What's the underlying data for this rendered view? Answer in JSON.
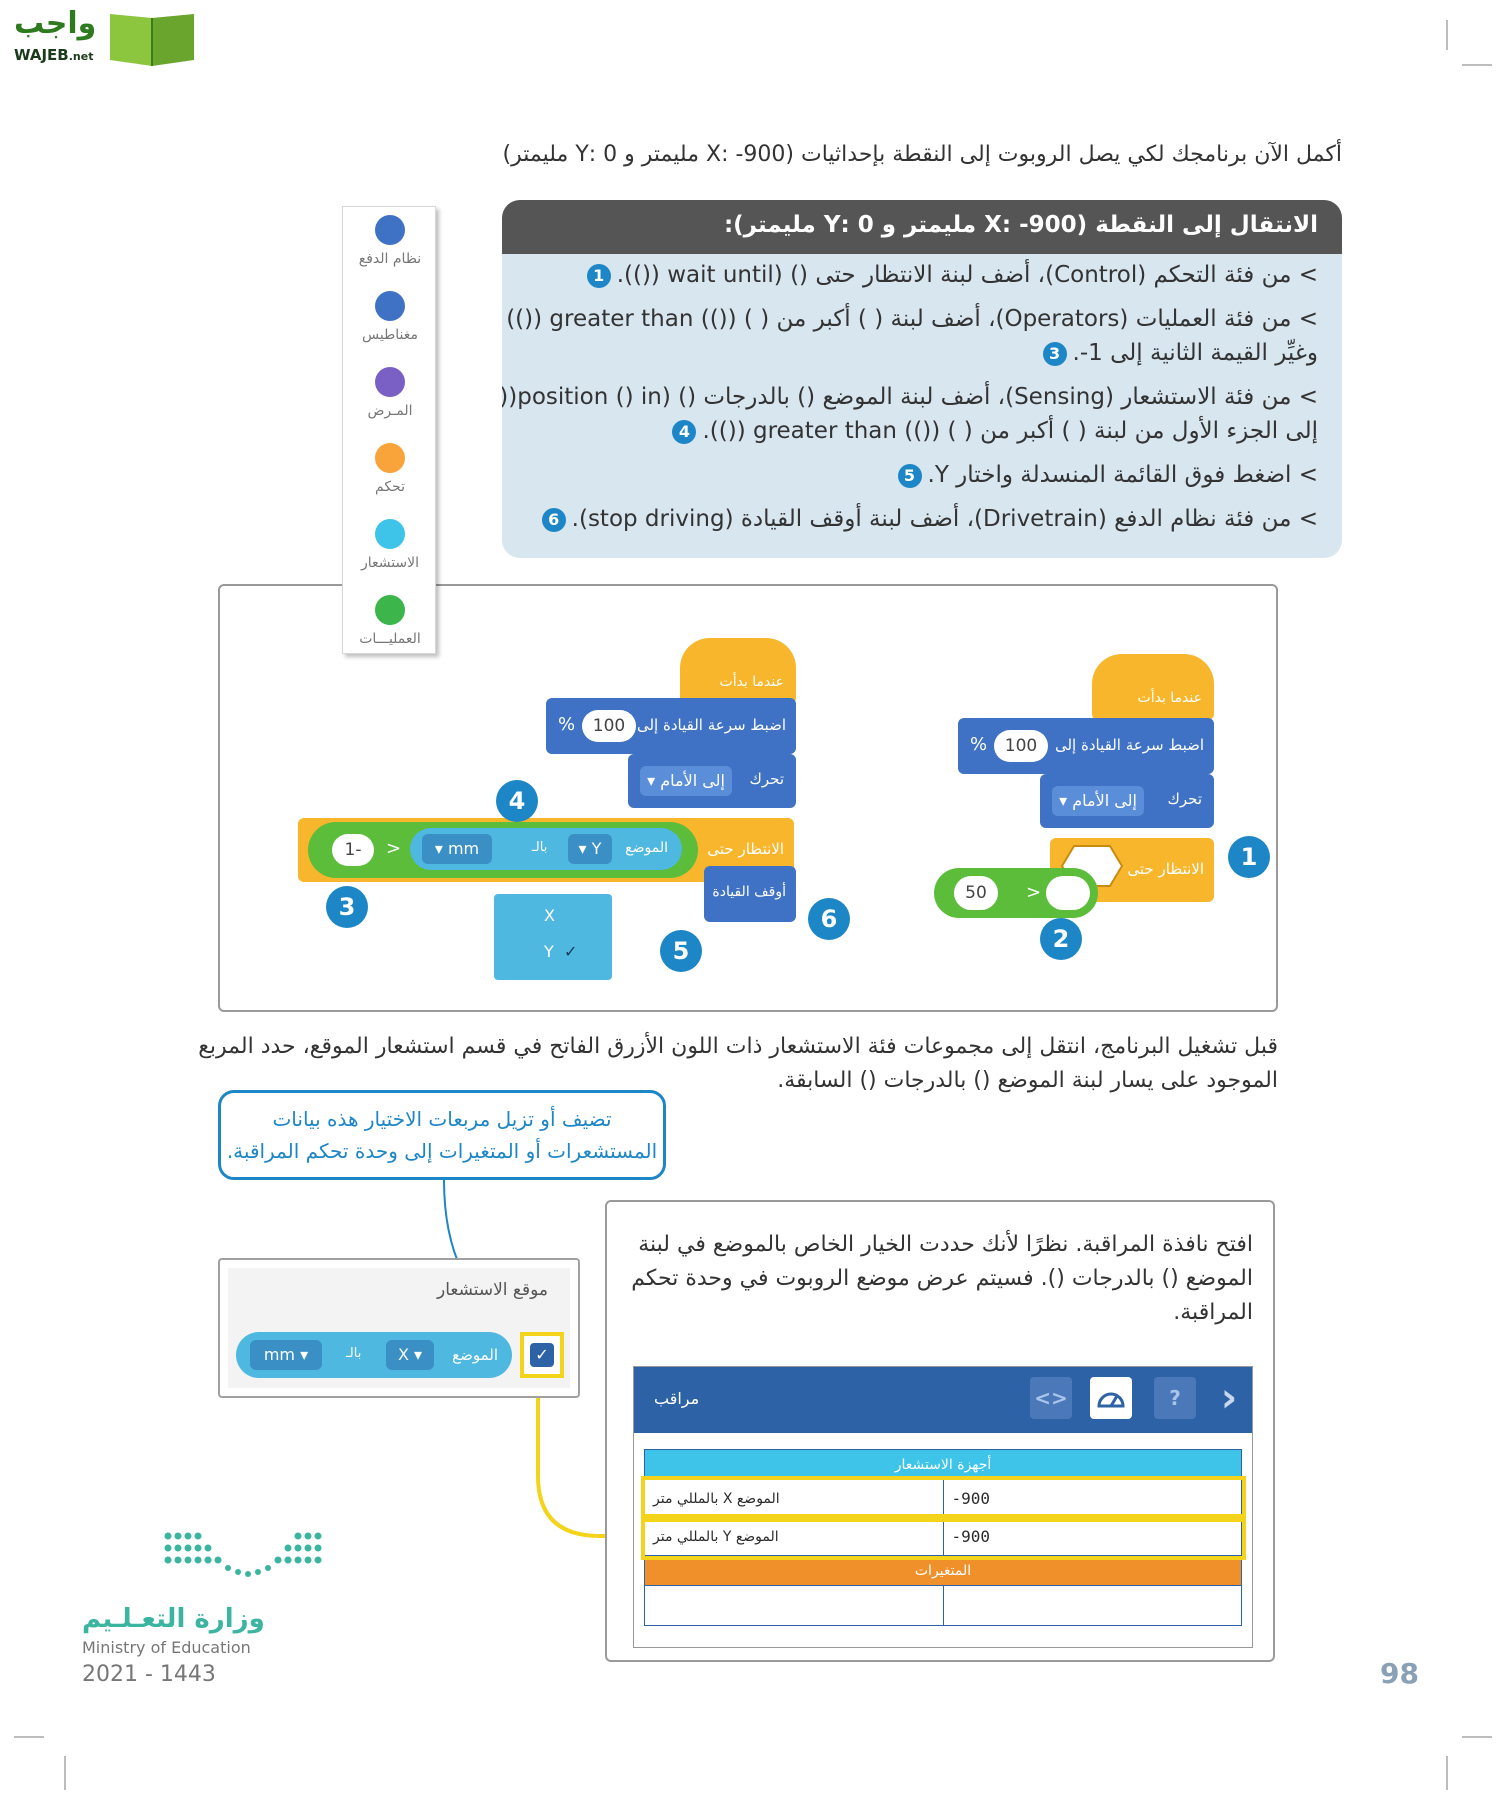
{
  "logo": {
    "arabic": "واجب",
    "latin": "WAJEB",
    "suffix": ".net"
  },
  "intro": "أكمل الآن برنامجك لكي يصل الروبوت إلى النقطة بإحداثيات (900- :X مليمتر و 0 :Y مليمتر)",
  "instructions": {
    "title": "الانتقال إلى النقطة (900- :X مليمتر و 0 :Y مليمتر):",
    "items": [
      {
        "text": "> من فئة التحكم (Control)، أضف لبنة الانتظار حتى () (wait until (()).",
        "num": "1"
      },
      {
        "text": "> من فئة العمليات (Operators)، أضف لبنة ( ) أكبر من ( ) (()) greater than (())",
        "num": "2"
      },
      {
        "text": "وغيِّر القيمة الثانية إلى 1-.",
        "num": "3"
      },
      {
        "text": "> من فئة الاستشعار (Sensing)، أضف لبنة الموضع () بالدرجات () (position () in(())",
        "num": ""
      },
      {
        "text": "إلى الجزء الأول من لبنة ( ) أكبر من ( ) (()) greater than (()).",
        "num": "4"
      },
      {
        "text": "> اضغط فوق القائمة المنسدلة واختار Y.",
        "num": "5"
      },
      {
        "text": "> من فئة نظام الدفع (Drivetrain)، أضف لبنة أوقف القيادة (stop driving).",
        "num": "6"
      }
    ]
  },
  "palette": [
    {
      "label": "نظام الدفع",
      "color": "#3f72c4"
    },
    {
      "label": "مغناطيس",
      "color": "#3f72c4"
    },
    {
      "label": "المـرض",
      "color": "#7a5fc4"
    },
    {
      "label": "تحكم",
      "color": "#f8a43a"
    },
    {
      "label": "الاستشعار",
      "color": "#3ec4e8"
    },
    {
      "label": "العمليـــات",
      "color": "#3cb54a"
    }
  ],
  "code": {
    "when_started": "عندما بدأت",
    "set_speed": "اضبط سرعة القيادة إلى",
    "speed_value": "100",
    "percent": "%",
    "drive": "تحرك",
    "forward": "إلى الأمام",
    "wait_until": "الانتظار حتى",
    "compare_value": "50",
    "lt": "<",
    "position": "الموضع",
    "axis_y": "Y",
    "in": "بالـ",
    "unit": "mm",
    "neg_one": "-1",
    "stop_driving": "أوقف القيادة",
    "dropdown_x": "X",
    "dropdown_y": "Y",
    "check": "✓",
    "markers": [
      "1",
      "2",
      "3",
      "4",
      "5",
      "6"
    ]
  },
  "paragraph": {
    "line1": "قبل تشغيل البرنامج، انتقل إلى مجموعات فئة الاستشعار ذات اللون الأزرق الفاتح في قسم استشعار الموقع، حدد المربع",
    "line2": "الموجود على يسار لبنة الموضع () بالدرجات () السابقة."
  },
  "callout": {
    "line1": "تضيف أو تزيل مربعات الاختيار هذه بيانات",
    "line2": "المستشعرات أو المتغيرات إلى وحدة تحكم المراقبة."
  },
  "sensor_panel": {
    "title": "موقع الاستشعار",
    "position": "الموضع",
    "axis": "X",
    "in": "بالـ",
    "unit": "mm"
  },
  "monitor_text": {
    "line1": "افتح نافذة المراقبة. نظرًا لأنك حددت الخيار الخاص بالموضع في لبنة",
    "line2": "الموضع () بالدرجات (). فسيتم عرض موضع الروبوت في وحدة تحكم",
    "line3": "المراقبة."
  },
  "monitor": {
    "title": "مراقب",
    "sensors_header": "أجهزة الاستشعار",
    "rows": [
      {
        "label": "الموضع X بالمللي متر",
        "value": "-900"
      },
      {
        "label": "الموضع Y بالمللي متر",
        "value": "-900"
      }
    ],
    "variables_header": "المتغيرات",
    "code_icon": "<>",
    "help_icon": "?",
    "next_icon": "›"
  },
  "ministry": {
    "arabic": "وزارة التعـلـيم",
    "english": "Ministry of Education",
    "year": "2021 - 1443"
  },
  "page_number": "98"
}
